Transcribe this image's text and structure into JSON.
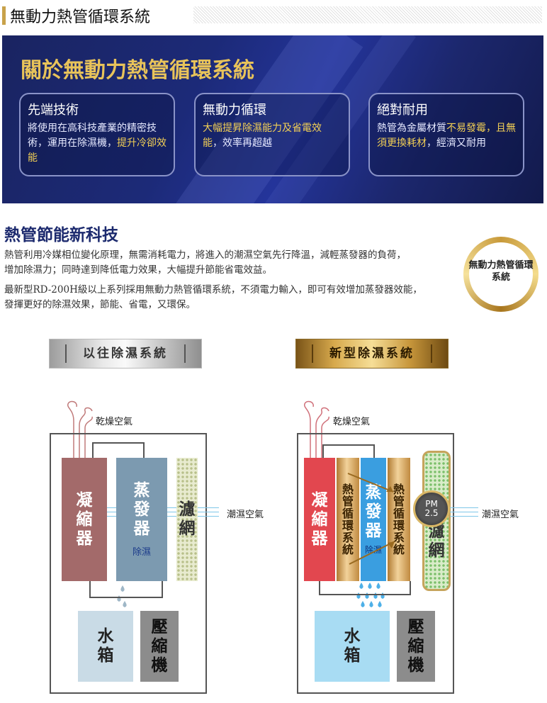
{
  "header": {
    "title": "無動力熱管循環系統"
  },
  "banner": {
    "title": "關於無動力熱管循環系統",
    "cards": [
      {
        "heading": "先端技術",
        "text_plain": "將使用在高科技產業的精密技術，運用在除濕機，",
        "text_highlight": "提升冷卻效能"
      },
      {
        "heading": "無動力循環",
        "text_highlight": "大幅提昇除濕能力及省電效能",
        "text_plain": "，效率再超越"
      },
      {
        "heading": "絕對耐用",
        "text_part1": "熱管為金屬材質",
        "text_highlight1": "不易發霉，且無須更換耗材",
        "text_part2": "，經濟又耐用"
      }
    ]
  },
  "section": {
    "title": "熱管節能新科技",
    "paragraph1_line1": "熱管利用冷媒相位變化原理，無需消耗電力，將進入的潮濕空氣先行降溫，減輕蒸發器的負荷，",
    "paragraph1_line2": "增加除濕力；同時達到降低電力效果，大幅提升節能省電效益。",
    "paragraph2_line1": "最新型RD-200H級以上系列採用無動力熱管循環系統，不須電力輸入，即可有效增加蒸發器效能，",
    "paragraph2_line2": "發揮更好的除濕效果，節能、省電，又環保。",
    "badge": "無動力熱管循環系統"
  },
  "diagrams": {
    "old": {
      "title": "以往除濕系統",
      "dry_air": "乾燥空氣",
      "humid_air": "潮濕空氣",
      "condenser": [
        "凝",
        "縮",
        "器"
      ],
      "evaporator": [
        "蒸",
        "發",
        "器"
      ],
      "dehumid": "除濕",
      "filter": [
        "濾",
        "網"
      ],
      "water_tank": [
        "水",
        "箱"
      ],
      "compressor": [
        "壓",
        "縮",
        "機"
      ]
    },
    "new": {
      "title": "新型除濕系統",
      "dry_air": "乾燥空氣",
      "humid_air": "潮濕空氣",
      "condenser": [
        "凝",
        "縮",
        "器"
      ],
      "heatpipe_left": [
        "熱",
        "管",
        "循",
        "環",
        "系",
        "統"
      ],
      "evaporator": [
        "蒸",
        "發",
        "器"
      ],
      "dehumid": "除濕",
      "heatpipe_right": [
        "熱",
        "管",
        "循",
        "環",
        "系",
        "統"
      ],
      "pm_top": "PM",
      "pm_bottom": "2.5",
      "filter": [
        "濾",
        "網"
      ],
      "water_tank": [
        "水",
        "箱"
      ],
      "compressor": [
        "壓",
        "縮",
        "機"
      ]
    }
  },
  "colors": {
    "navy": "#1c2a78",
    "gold": "#e8c35a",
    "condenser_old": "#a36a6a",
    "evaporator_old": "#7c9ab0",
    "condenser_new": "#e2474f",
    "evaporator_new": "#3a9ee0",
    "tank_new": "#a8dcf3"
  }
}
